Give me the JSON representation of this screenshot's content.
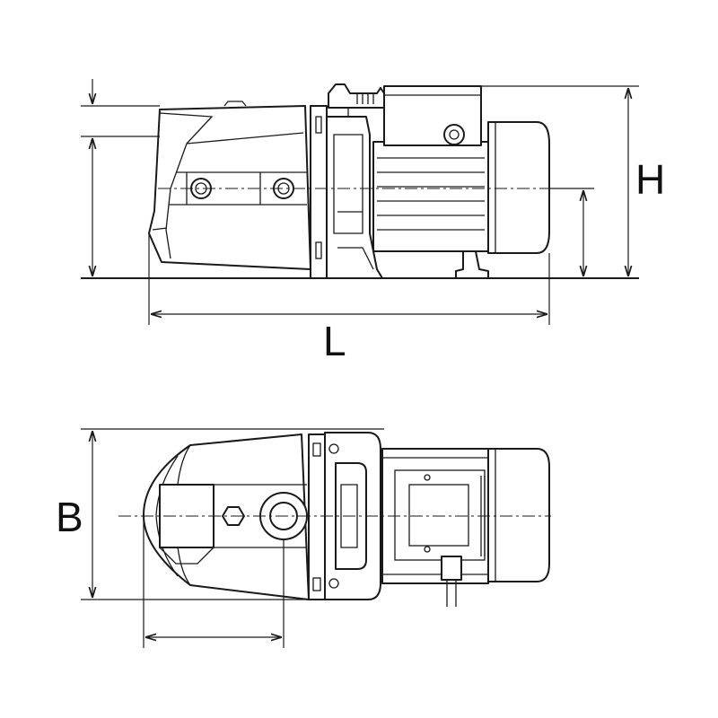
{
  "labels": {
    "height": "H",
    "length": "L",
    "breadth": "B"
  },
  "colors": {
    "line": "#1a1a1a",
    "background": "#ffffff"
  }
}
